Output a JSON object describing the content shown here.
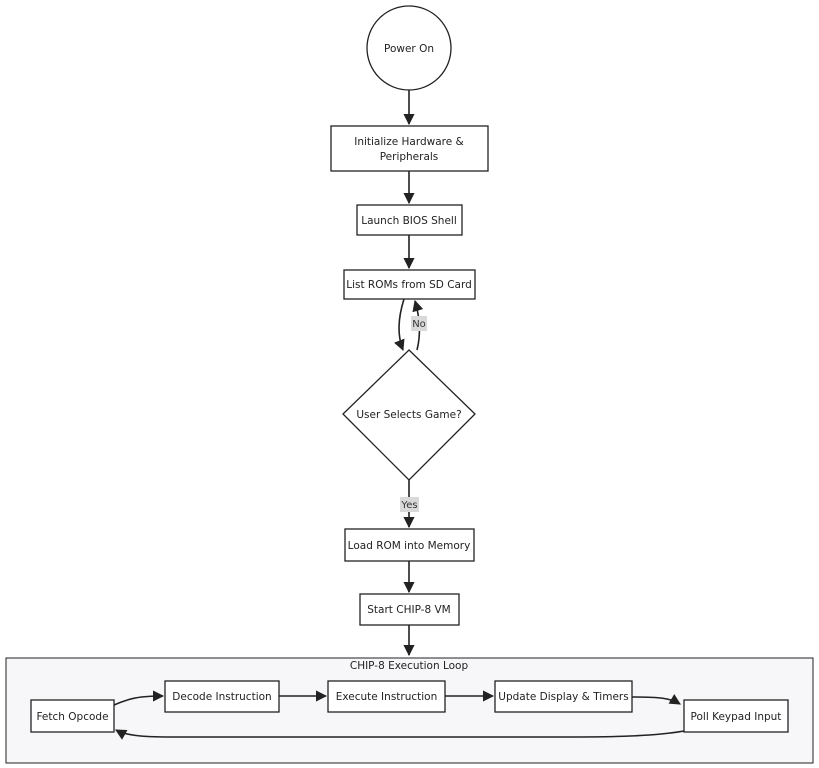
{
  "nodes": {
    "power_on": "Power On",
    "init_line1": "Initialize Hardware &",
    "init_line2": "Peripherals",
    "bios": "Launch BIOS Shell",
    "list_roms": "List ROMs from SD Card",
    "select_game": "User Selects Game?",
    "load_rom": "Load ROM into Memory",
    "start_vm": "Start CHIP-8 VM",
    "fetch": "Fetch Opcode",
    "decode": "Decode Instruction",
    "execute": "Execute Instruction",
    "update": "Update Display & Timers",
    "poll": "Poll Keypad Input"
  },
  "edge_labels": {
    "no": "No",
    "yes": "Yes"
  },
  "cluster": {
    "title": "CHIP-8 Execution Loop"
  },
  "colors": {
    "stroke": "#222222",
    "node_fill": "#ffffff",
    "cluster_fill": "#f7f7f9",
    "label_bg": "#d9d9d9"
  }
}
